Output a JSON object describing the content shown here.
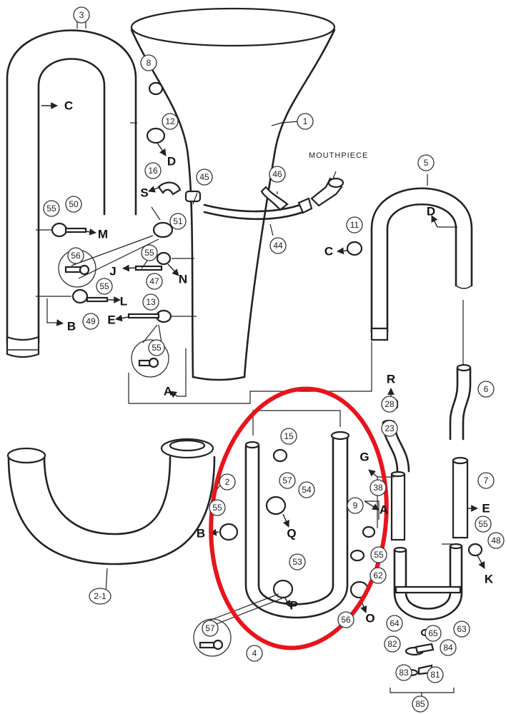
{
  "caption": "MOUTHPIECE",
  "part_numbers": [
    "1",
    "2",
    "2-1",
    "3",
    "4",
    "5",
    "6",
    "7",
    "8",
    "9",
    "11",
    "12",
    "13",
    "15",
    "16",
    "23",
    "28",
    "38",
    "44",
    "45",
    "46",
    "47",
    "48",
    "49",
    "50",
    "51",
    "53",
    "54",
    "55",
    "56",
    "57",
    "62",
    "63",
    "64",
    "65",
    "81",
    "82",
    "83",
    "84",
    "85"
  ],
  "letters": [
    "A",
    "B",
    "C",
    "D",
    "E",
    "G",
    "J",
    "K",
    "L",
    "M",
    "N",
    "O",
    "P",
    "Q",
    "R",
    "S"
  ],
  "highlight_color": "#e8141c",
  "ink_color": "#222222"
}
